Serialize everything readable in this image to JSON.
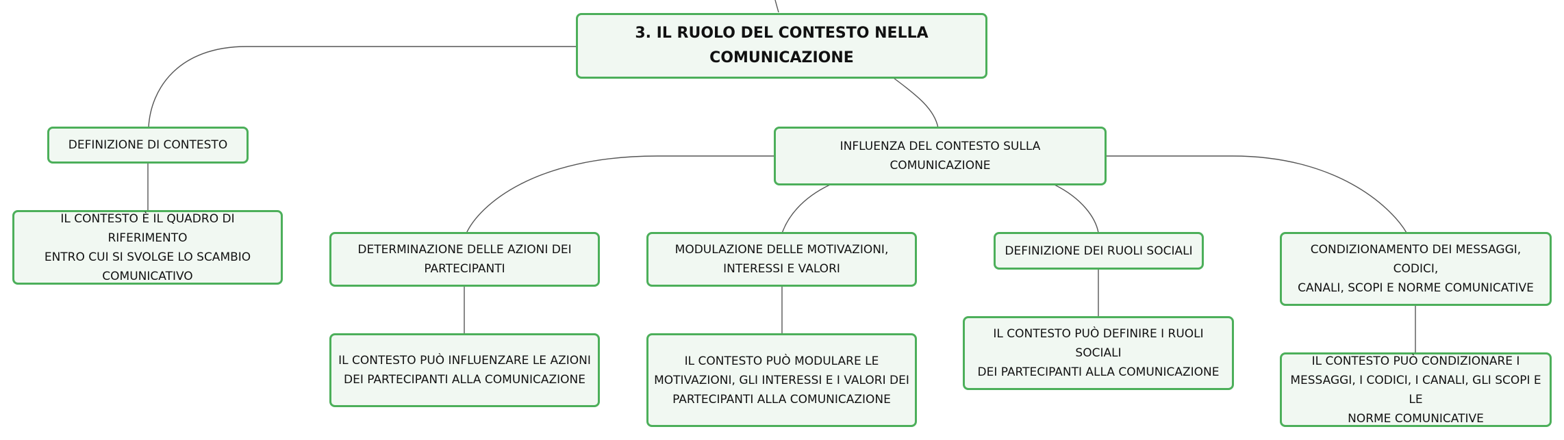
{
  "root": {
    "title": "3. IL RUOLO DEL CONTESTO NELLA\nCOMUNICAZIONE"
  },
  "definizione": {
    "label": "DEFINIZIONE DI CONTESTO",
    "child": "IL CONTESTO È IL QUADRO DI RIFERIMENTO\nENTRO CUI SI SVOLGE LO SCAMBIO\nCOMUNICATIVO"
  },
  "influenza": {
    "label": "INFLUENZA DEL CONTESTO SULLA\nCOMUNICAZIONE",
    "branches": [
      {
        "label": "DETERMINAZIONE DELLE AZIONI DEI\nPARTECIPANTI",
        "child": "IL CONTESTO PUÒ INFLUENZARE LE AZIONI\nDEI PARTECIPANTI ALLA COMUNICAZIONE"
      },
      {
        "label": "MODULAZIONE DELLE MOTIVAZIONI,\nINTERESSI E VALORI",
        "child": "IL CONTESTO PUÒ MODULARE LE\nMOTIVAZIONI, GLI INTERESSI E I VALORI DEI\nPARTECIPANTI ALLA COMUNICAZIONE"
      },
      {
        "label": "DEFINIZIONE DEI RUOLI SOCIALI",
        "child": "IL CONTESTO PUÒ DEFINIRE I RUOLI SOCIALI\nDEI PARTECIPANTI ALLA COMUNICAZIONE"
      },
      {
        "label": "CONDIZIONAMENTO DEI MESSAGGI, CODICI,\nCANALI, SCOPI E NORME COMUNICATIVE",
        "child": "IL CONTESTO PUÒ CONDIZIONARE I\nMESSAGGI, I CODICI, I CANALI, GLI SCOPI E LE\nNORME COMUNICATIVE"
      }
    ]
  },
  "colors": {
    "border": "#4caf5a",
    "fill": "#f1f8f2",
    "line": "#555555"
  }
}
